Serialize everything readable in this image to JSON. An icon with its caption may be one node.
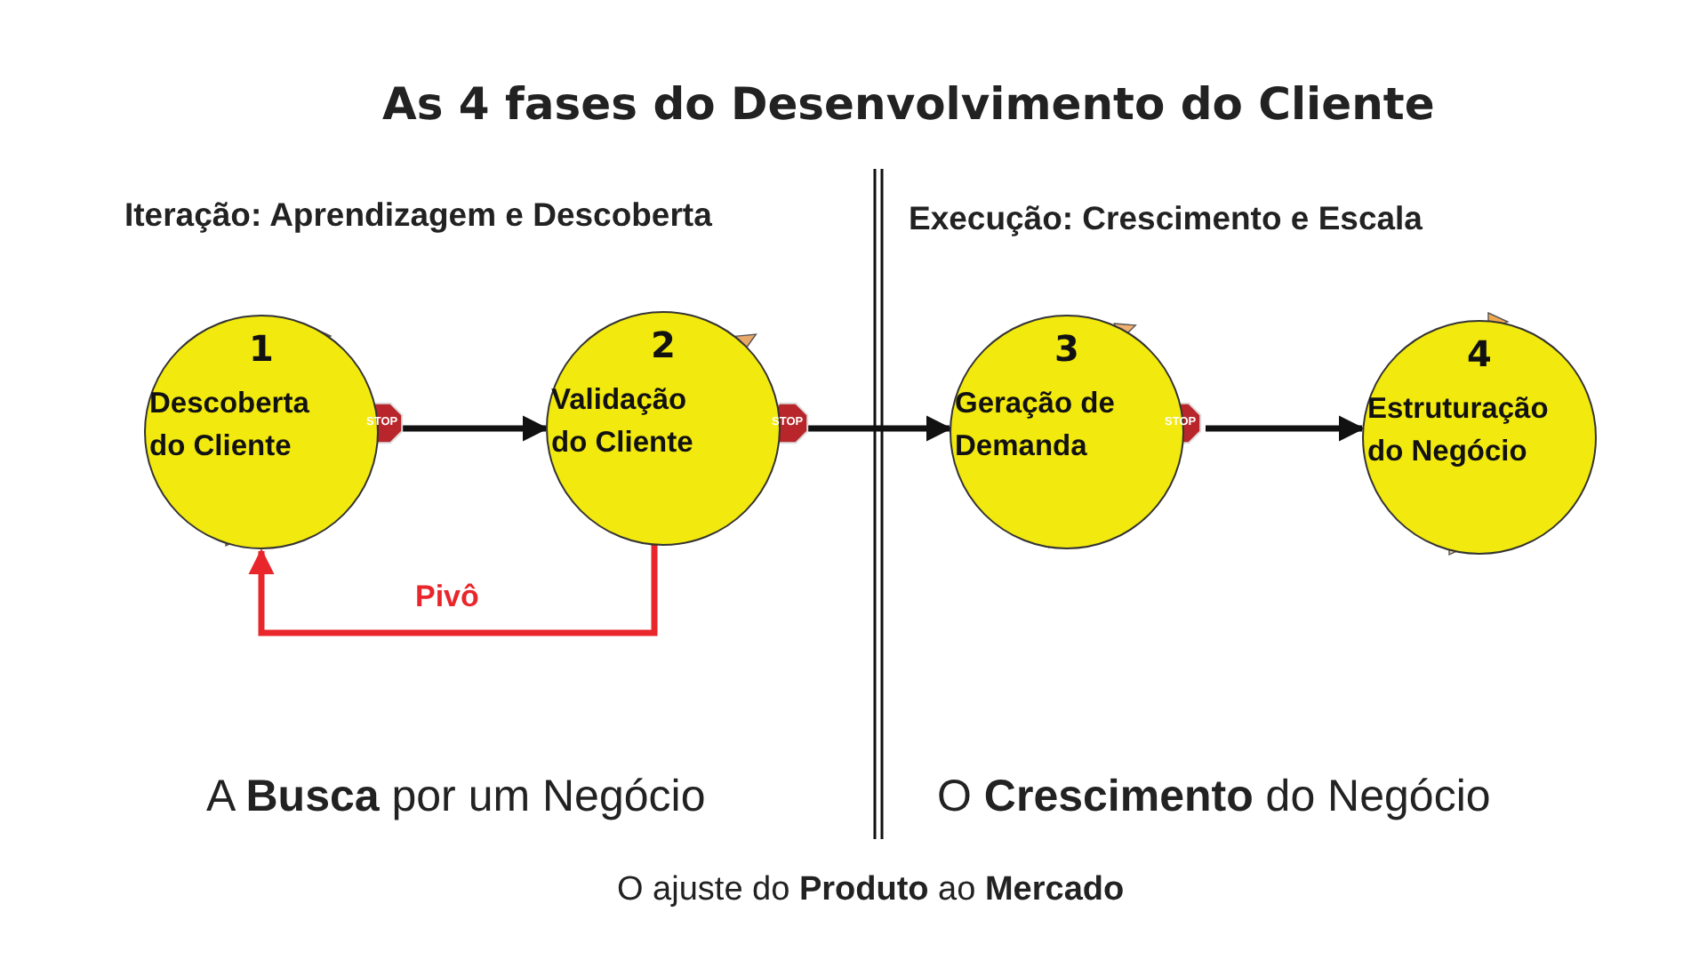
{
  "diagram": {
    "title": "As 4 fases do Desenvolvimento do Cliente",
    "nodes": [
      {
        "text": [
          "1",
          "Descoberta do Cliente"
        ]
      },
      {
        "text": [
          "2",
          "Validação do Cliente"
        ]
      },
      {
        "text": [
          "3",
          "Geração de Demanda"
        ]
      },
      {
        "text": [
          "4",
          "Estruturação do Negócio"
        ]
      }
    ],
    "edges": [
      {
        "from": 0,
        "to": 1,
        "arrow": "to"
      },
      {
        "from": 1,
        "to": 2,
        "arrow": "to"
      },
      {
        "from": 2,
        "to": 3,
        "arrow": "to"
      },
      {
        "from": 1,
        "to": 0,
        "arrow": "to",
        "label": "Pivô",
        "color": "#e8262b"
      }
    ],
    "labels": [
      "Iteração: Aprendizagem e Descoberta",
      "Execução: Crescimento e Escala",
      "STOP",
      "STOP",
      "STOP",
      "A **Busca** por um Negócio",
      "O **Crescimento** do Negócio",
      "O ajuste do **Produto** ao **Mercado**"
    ]
  }
}
